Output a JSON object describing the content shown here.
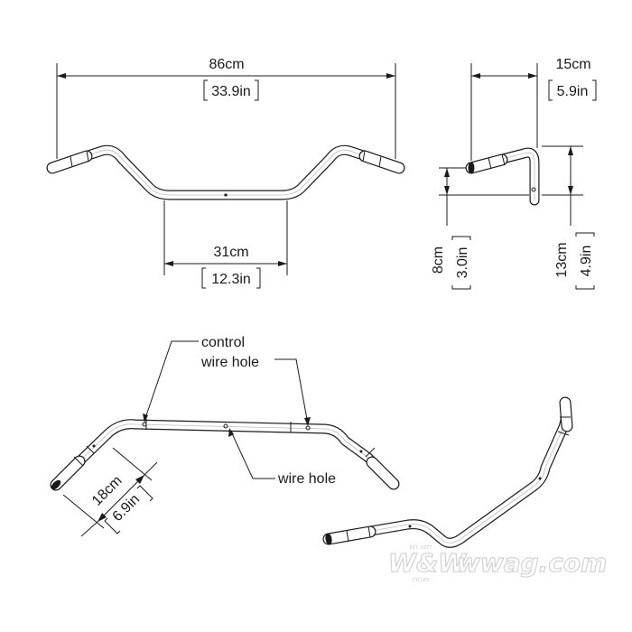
{
  "dimensions": {
    "overall_width": {
      "metric": "86cm",
      "imperial": "33.9in"
    },
    "center_width": {
      "metric": "31cm",
      "imperial": "12.3in"
    },
    "pullback": {
      "metric": "15cm",
      "imperial": "5.9in"
    },
    "rise": {
      "metric": "8cm",
      "imperial": "3.0in"
    },
    "height": {
      "metric": "13cm",
      "imperial": "4.9in"
    },
    "grip_length": {
      "metric": "18cm",
      "imperial": "6.9in"
    }
  },
  "annotations": {
    "control_line1": "control",
    "control_line2": "wire hole",
    "wire_hole": "wire hole"
  },
  "watermark": {
    "brand": "W&W",
    "site": "wwag.com",
    "tag_top": "EST. 1977",
    "tag_bottom": "CYCLES"
  }
}
